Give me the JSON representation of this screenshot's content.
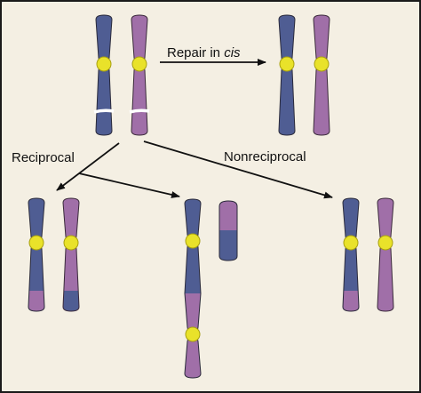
{
  "labels": {
    "repair_prefix": "Repair in ",
    "repair_emph": "cis",
    "reciprocal": "Reciprocal",
    "nonreciprocal": "Nonreciprocal"
  },
  "colors": {
    "blue": "#4f5d93",
    "purple": "#a06fa8",
    "centromere": "#e9e22a",
    "background": "#f4efe3",
    "arrow": "#111111"
  }
}
